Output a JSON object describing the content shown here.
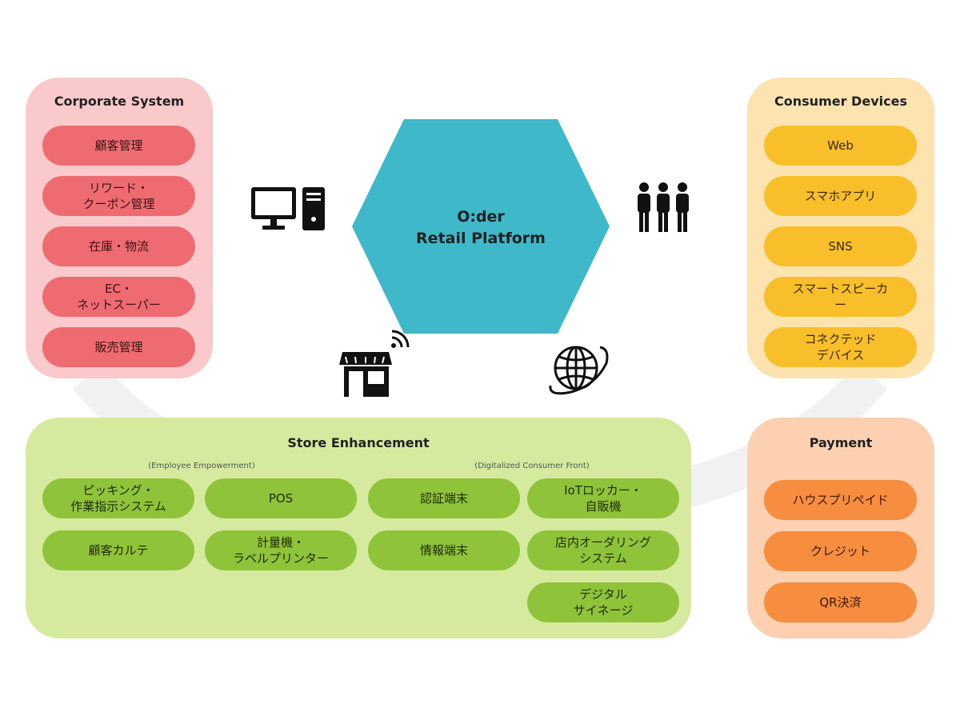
{
  "center": {
    "line1": "O:der",
    "line2": "Retail Platform"
  },
  "corporate": {
    "title": "Corporate System",
    "items": [
      "顧客管理",
      "リワード・\nクーポン管理",
      "在庫・物流",
      "EC・\nネットスーパー",
      "販売管理"
    ]
  },
  "consumer": {
    "title": "Consumer Devices",
    "items": [
      "Web",
      "スマホアプリ",
      "SNS",
      "スマートスピーカ\nー",
      "コネクテッド\nデバイス"
    ]
  },
  "store": {
    "title": "Store Enhancement",
    "sub_left": "(Employee Empowerment)",
    "sub_right": "(Digitalized Consumer Front)",
    "items": [
      "ピッキング・\n作業指示システム",
      "POS",
      "認証端末",
      "IoTロッカー・\n自販機",
      "顧客カルテ",
      "計量機・\nラベルプリンター",
      "情報端末",
      "店内オーダリング\nシステム",
      "デジタル\nサイネージ"
    ]
  },
  "payment": {
    "title": "Payment",
    "items": [
      "ハウスプリペイド",
      "クレジット",
      "QR決済"
    ]
  },
  "colors": {
    "hexagon": "#3fb8c9",
    "corporate_bg": "#f9c9cb",
    "corporate_pill": "#ee6b71",
    "consumer_bg": "#fde3b0",
    "consumer_pill": "#f9bf2a",
    "store_bg": "#d5ea9e",
    "store_pill": "#8fc33a",
    "payment_bg": "#fcd0b0",
    "payment_pill": "#f68d3f"
  },
  "icons": [
    "desktop-computer-icon",
    "people-group-icon",
    "store-wifi-icon",
    "globe-icon"
  ]
}
